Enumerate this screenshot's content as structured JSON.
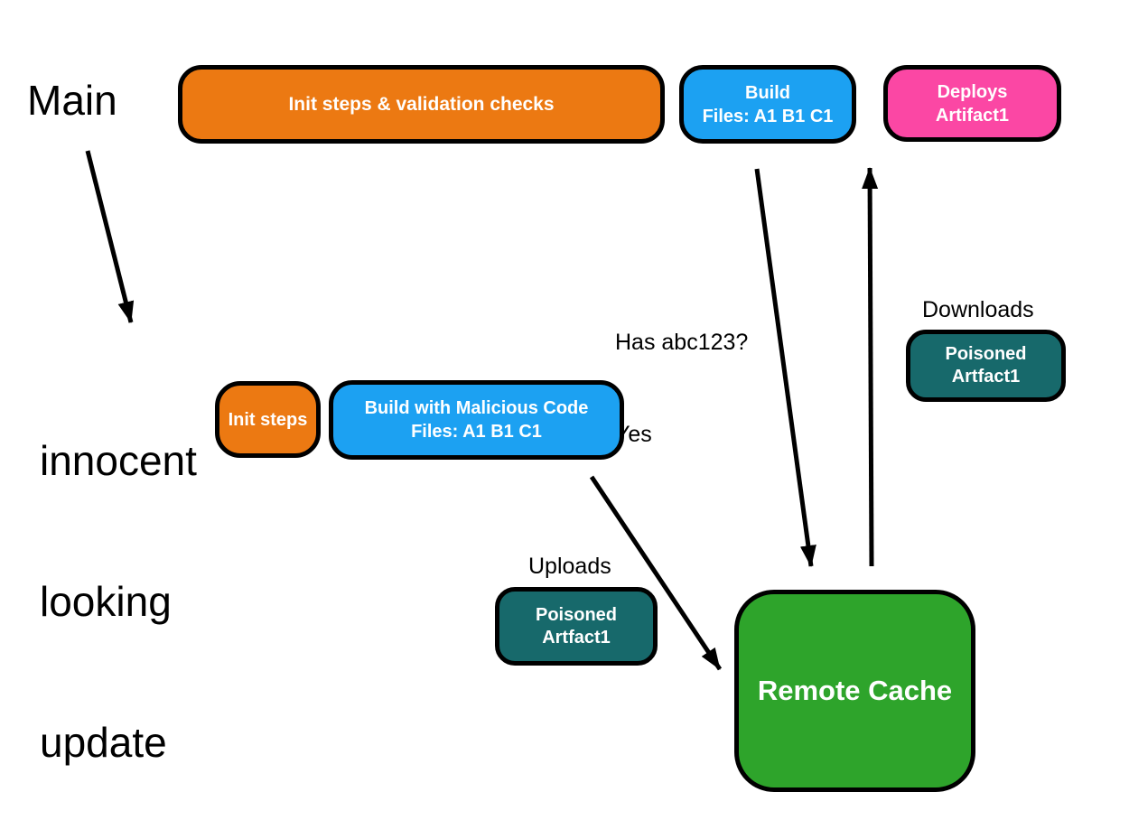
{
  "annotations": {
    "main": "Main",
    "innocent_update": {
      "line1": "innocent",
      "line2": "looking",
      "line3": "update"
    },
    "has_abc123": {
      "line1": "Has abc123?",
      "line2": "Yes"
    },
    "downloads": "Downloads",
    "uploads": "Uploads"
  },
  "nodes": {
    "init_validation": {
      "label": "Init steps & validation checks",
      "fill": "#EC7912"
    },
    "build_main": {
      "line1": "Build",
      "line2": "Files: A1 B1 C1",
      "fill": "#1CA1F2"
    },
    "deploys_artifact": {
      "line1": "Deploys",
      "line2": "Artifact1",
      "fill": "#FB47A4"
    },
    "init_steps": {
      "label": "Init steps",
      "fill": "#EC7912"
    },
    "build_malicious": {
      "line1": "Build with Malicious Code",
      "line2": "Files: A1 B1 C1",
      "fill": "#1CA1F2"
    },
    "poisoned_download": {
      "line1": "Poisoned",
      "line2": "Artfact1",
      "fill": "#17696B"
    },
    "poisoned_upload": {
      "line1": "Poisoned",
      "line2": "Artfact1",
      "fill": "#17696B"
    },
    "remote_cache": {
      "label": "Remote Cache",
      "fill": "#2EA42B"
    }
  },
  "styles": {
    "node_border": "#000000",
    "node_text": "#FFFFFF",
    "arrow": "#000000",
    "background": "#FFFFFF"
  }
}
